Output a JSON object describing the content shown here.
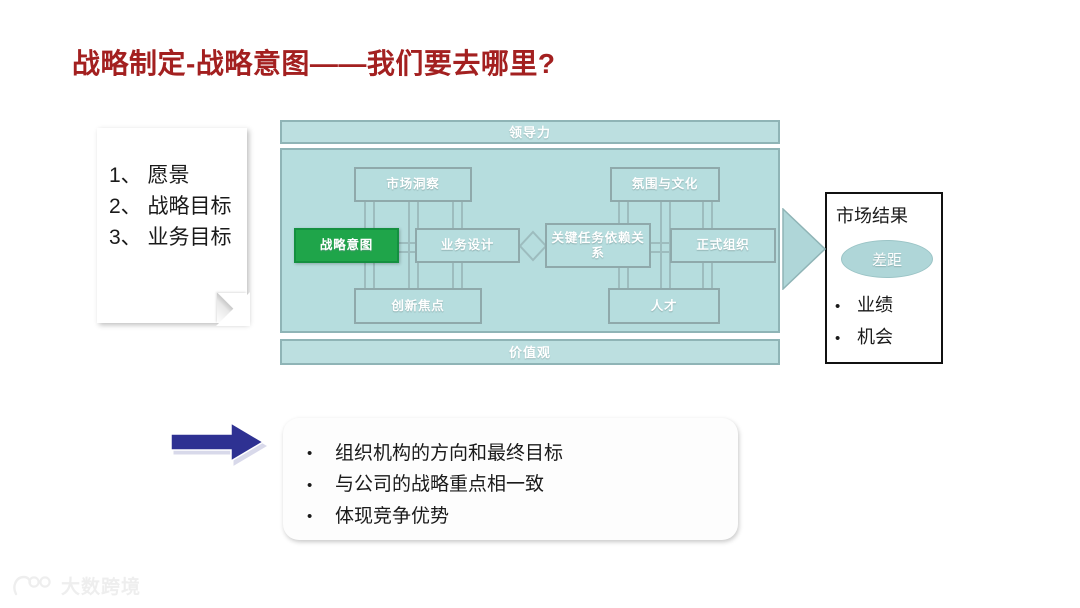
{
  "slide": {
    "title": "战略制定-战略意图——我们要去哪里?",
    "title_color": "#A32020"
  },
  "note_card": {
    "items": [
      "1、 愿景",
      "2、 战略目标",
      "3、 业务目标"
    ]
  },
  "blm_diagram": {
    "bands": {
      "leadership": "领导力",
      "values": "价值观"
    },
    "nodes": {
      "market_insight": "市场洞察",
      "strategic_intent": "战略意图",
      "business_design": "业务设计",
      "innovation_focus": "创新焦点",
      "culture": "氛围与文化",
      "key_tasks": "关键任务依赖关系",
      "formal_org": "正式组织",
      "talent": "人才"
    },
    "colors": {
      "panel": "#B6DDDE",
      "band": "#BCDFE0",
      "border": "#8FB4B6",
      "node_border": "#8FA9AB",
      "accent": "#1FA54A",
      "connector": "#9DBCBE"
    }
  },
  "market_result": {
    "title": "市场结果",
    "gap_label": "差距",
    "bullet_symbol": "•",
    "bullets": [
      "业绩",
      "机会"
    ],
    "arrow_color": "#AFD6D8"
  },
  "summary": {
    "arrow_color": "#2E3192",
    "bullet_symbol": "•",
    "bullets": [
      "组织机构的方向和最终目标",
      "与公司的战略重点相一致",
      "体现竞争优势"
    ]
  },
  "watermark": {
    "text": "大数跨境"
  }
}
